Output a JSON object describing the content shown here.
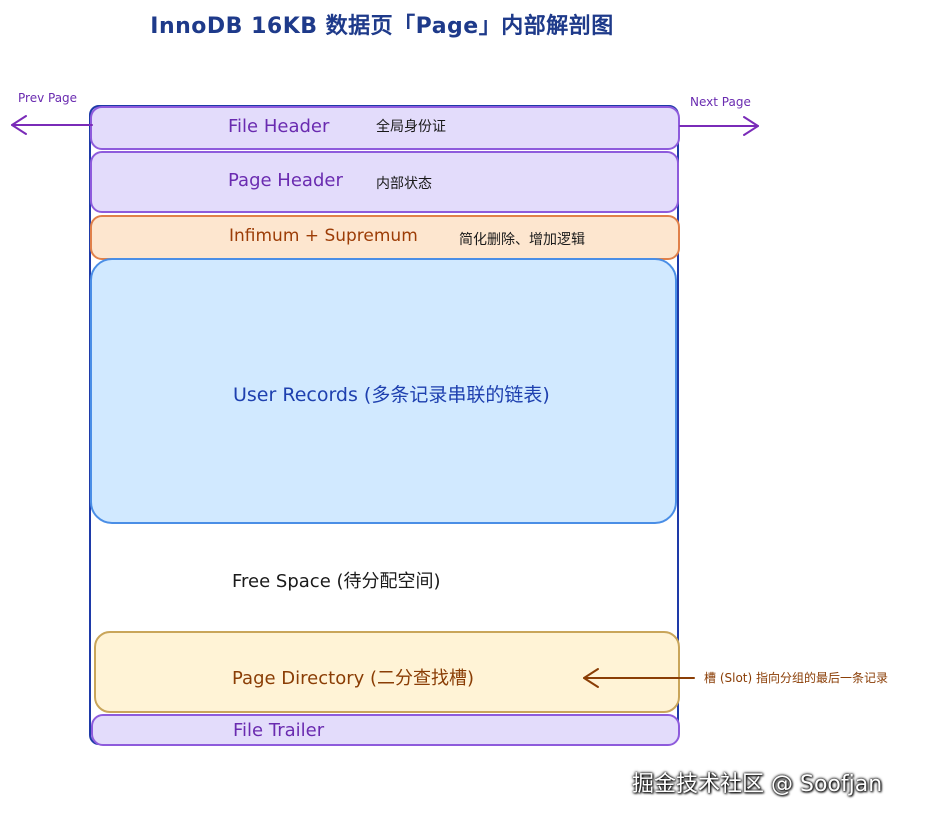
{
  "title": "InnoDB 16KB 数据页「Page」内部解剖图",
  "nav": {
    "prev_label": "Prev Page",
    "next_label": "Next Page"
  },
  "sections": {
    "file_header": {
      "label": "File Header",
      "note": "全局身份证"
    },
    "page_header": {
      "label": "Page Header",
      "note": "内部状态"
    },
    "infimum_supremum": {
      "label": "Infimum + Supremum",
      "note": "简化删除、增加逻辑"
    },
    "user_records": {
      "label": "User Records (多条记录串联的链表)"
    },
    "free_space": {
      "label": "Free Space (待分配空间)"
    },
    "page_directory": {
      "label": "Page Directory (二分查找槽)",
      "note": "槽 (Slot) 指向分组的最后一条记录"
    },
    "file_trailer": {
      "label": "File Trailer"
    }
  },
  "colors": {
    "outline": "#1e3aa8",
    "header_fill": "#e3dcfb",
    "header_stroke": "#8e5bdc",
    "infimum_fill": "#fde6cf",
    "infimum_stroke": "#e0804a",
    "records_fill": "#d1e9ff",
    "records_stroke": "#4a8ee6",
    "directory_fill": "#fff3d6",
    "directory_stroke": "#c9a55a",
    "nav_arrow": "#7a2bb8",
    "slot_arrow": "#8a3d05"
  },
  "watermark": "掘金技术社区 @ Soofjan"
}
